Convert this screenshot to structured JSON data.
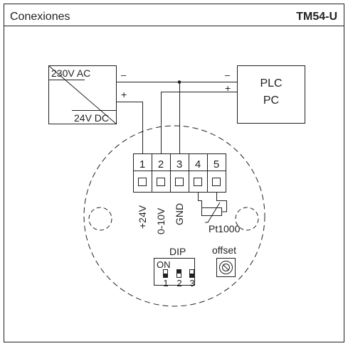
{
  "header": {
    "section_title": "Conexiones",
    "model": "TM54-U"
  },
  "power_supply": {
    "input_label": "230V AC",
    "output_label": "24V DC",
    "minus": "–",
    "plus": "+"
  },
  "controller": {
    "line1": "PLC",
    "line2": "PC",
    "minus": "–",
    "plus": "+"
  },
  "terminals": [
    {
      "number": "1",
      "label": "+24V"
    },
    {
      "number": "2",
      "label": "0-10V"
    },
    {
      "number": "3",
      "label": "GND"
    },
    {
      "number": "4",
      "label": ""
    },
    {
      "number": "5",
      "label": ""
    }
  ],
  "sensor": {
    "label": "Pt1000"
  },
  "dip": {
    "title": "DIP",
    "on_label": "ON",
    "switches": [
      "1",
      "2",
      "3"
    ]
  },
  "offset": {
    "label": "offset"
  }
}
